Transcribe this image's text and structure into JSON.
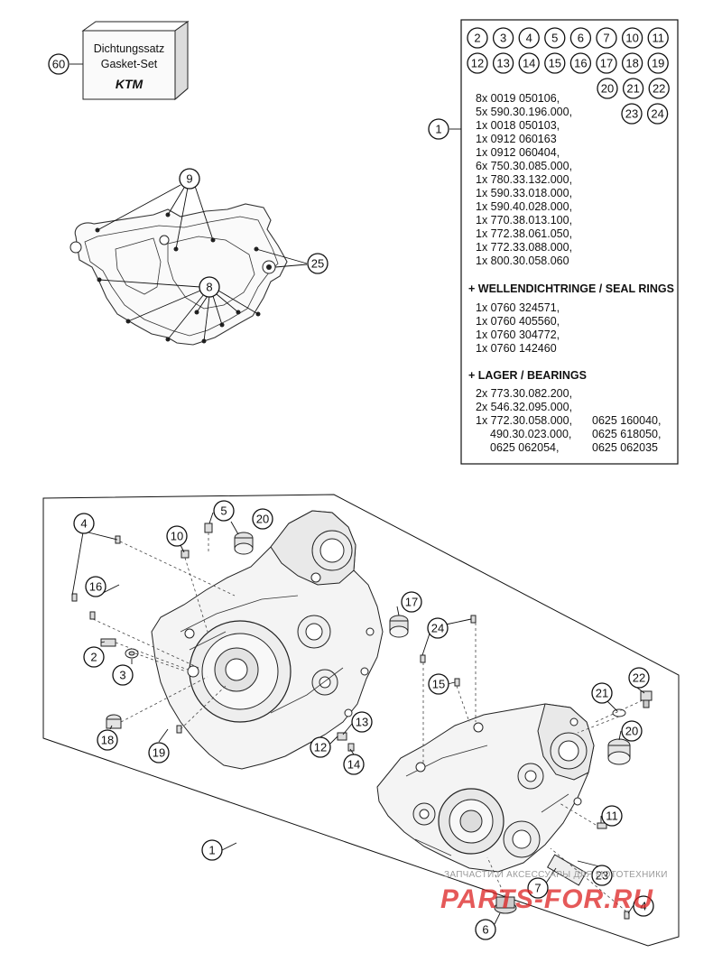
{
  "gasket_set": {
    "callout": "60",
    "line1": "Dichtungssatz",
    "line2": "Gasket-Set",
    "brand": "KTM"
  },
  "parts_box": {
    "callout": "1",
    "numbers": [
      "2",
      "3",
      "4",
      "5",
      "6",
      "7",
      "10",
      "11",
      "12",
      "13",
      "14",
      "15",
      "16",
      "17",
      "18",
      "19",
      "20",
      "21",
      "22",
      "23",
      "24"
    ],
    "items": [
      "8x 0019 050106,",
      "5x 590.30.196.000,",
      "1x 0018 050103,",
      "1x 0912 060163",
      "1x 0912 060404,",
      "6x 750.30.085.000,",
      "1x 780.33.132.000,",
      "1x 590.33.018.000,",
      "1x 590.40.028.000,",
      "1x 770.38.013.100,",
      "1x 772.38.061.050,",
      "1x 772.33.088.000,",
      "1x 800.30.058.060"
    ],
    "seal_heading": "+ WELLENDICHTRINGE / SEAL RINGS",
    "seal_items": [
      "1x 0760 324571,",
      "1x 0760 405560,",
      "1x 0760 304772,",
      "1x 0760 142460"
    ],
    "bearing_heading": "+ LAGER / BEARINGS",
    "bearing_left": [
      "2x 773.30.082.200,",
      "2x 546.32.095.000,",
      "1x 772.30.058.000,",
      "490.30.023.000,",
      "0625 062054,"
    ],
    "bearing_right": [
      "0625 160040,",
      "0625 618050,",
      "0625 062035"
    ]
  },
  "gasket_diagram": {
    "callouts": [
      "9",
      "25",
      "8"
    ]
  },
  "engine_diagram": {
    "callouts": [
      "4",
      "5",
      "20",
      "10",
      "16",
      "2",
      "3",
      "18",
      "19",
      "17",
      "24",
      "15",
      "13",
      "12",
      "14",
      "22",
      "21",
      "20",
      "11",
      "7",
      "23",
      "6",
      "4",
      "1"
    ]
  },
  "watermark": {
    "small": "ЗАПЧАСТИ И АКСЕССУАРЫ ДЛЯ МОТОТЕХНИКИ",
    "large": "PARTS-FOR.RU"
  }
}
